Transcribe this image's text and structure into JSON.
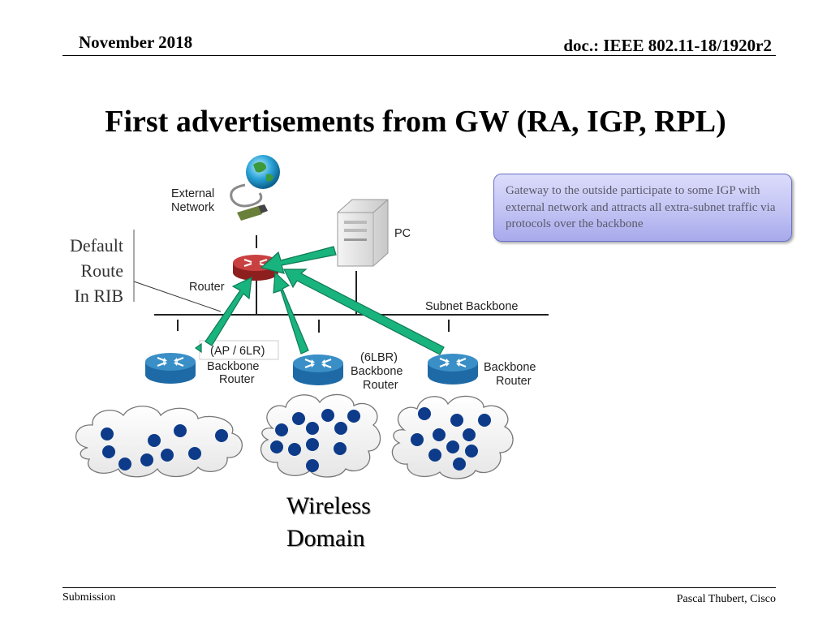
{
  "header": {
    "date": "November 2018",
    "doc": "doc.: IEEE 802.11-18/1920r2"
  },
  "title": "First advertisements from GW (RA, IGP, RPL)",
  "callout": "Gateway to the outside participate to some IGP with external network and attracts all extra-subnet traffic via protocols over the backbone",
  "side_label": [
    "Default",
    "Route",
    "In RIB"
  ],
  "diagram": {
    "external_network": [
      "External",
      "Network"
    ],
    "pc": "PC",
    "router": "Router",
    "subnet_backbone": "Subnet Backbone",
    "ap_6lr": "(AP / 6LR)",
    "backbone_router_1": [
      "Backbone",
      "Router"
    ],
    "backbone_router_2": [
      "(6LBR)",
      "Backbone",
      "Router"
    ],
    "backbone_router_3": [
      "Backbone",
      "Router"
    ]
  },
  "wireless_domain": [
    "Wireless",
    "Domain"
  ],
  "footer": {
    "left": "Submission",
    "right": "Pascal Thubert, Cisco"
  },
  "colors": {
    "arrow": "#19b37e",
    "arrow_stroke": "#0e7a55",
    "router_top": "#3a8fc7",
    "router_body": "#1e6aa6",
    "gateway_router": "#b22a2a",
    "node": "#0d3b8a",
    "callout_fill": "#c2c3f3"
  },
  "icons": [
    "globe-icon",
    "server-icon",
    "router-icon",
    "cloud-icon"
  ]
}
